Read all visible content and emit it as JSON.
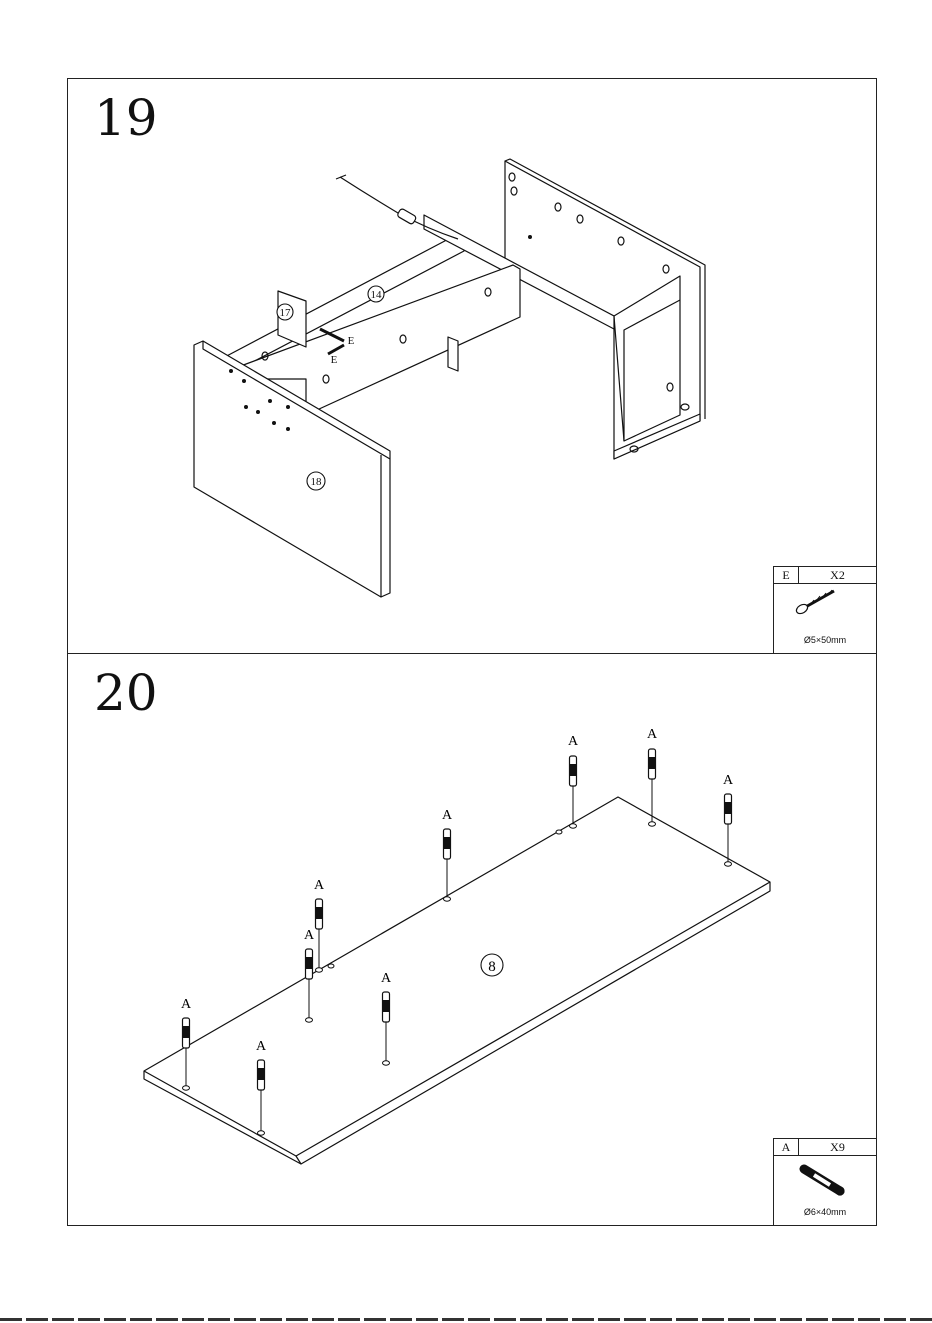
{
  "steps": [
    {
      "number": "19",
      "parts": [
        "17",
        "14",
        "18"
      ],
      "fastener_labels": [
        "E",
        "E"
      ],
      "hardware": {
        "letter": "E",
        "quantity": "X2",
        "size": "Ø5×50mm"
      }
    },
    {
      "number": "20",
      "parts": [
        "8"
      ],
      "fastener_label": "A",
      "hardware": {
        "letter": "A",
        "quantity": "X9",
        "size": "Ø6×40mm"
      }
    }
  ],
  "colors": {
    "line": "#111111",
    "background": "#ffffff"
  }
}
